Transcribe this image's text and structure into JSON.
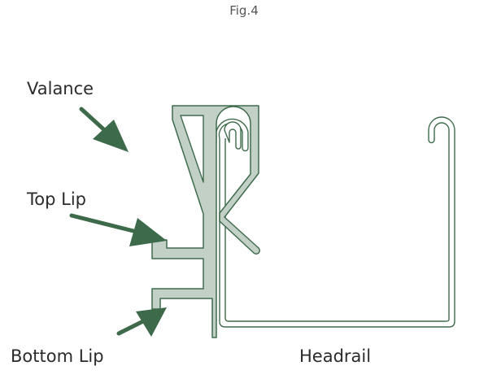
{
  "figure": {
    "title": "Fig.4",
    "labels": {
      "valance": "Valance",
      "top_lip": "Top Lip",
      "bottom_lip": "Bottom Lip",
      "headrail": "Headrail"
    }
  },
  "colors": {
    "profile_fill": "#c3d0c6",
    "profile_stroke": "#3f6b4c",
    "arrow": "#3d6a4a",
    "text": "#2b2b2b"
  }
}
